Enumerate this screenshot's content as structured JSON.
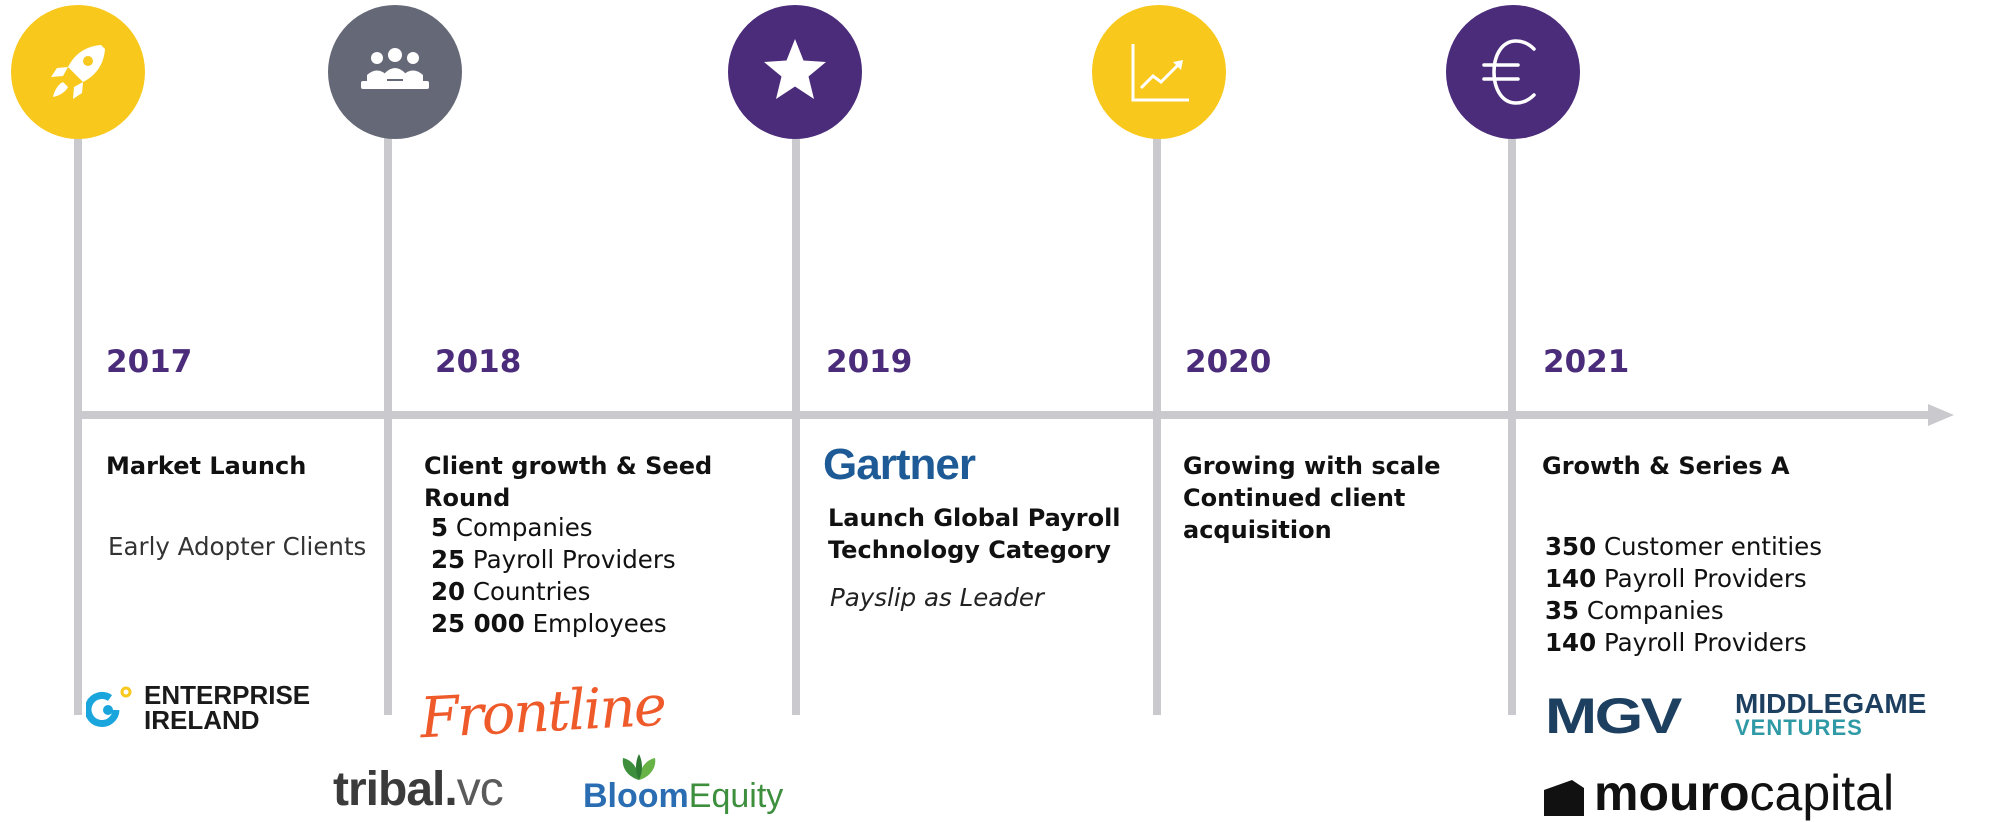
{
  "milestones": [
    {
      "year": "2017",
      "title": "Market Launch",
      "subtitle": "Early Adopter Clients",
      "icon": "rocket-icon",
      "color": "#f8c81c"
    },
    {
      "year": "2018",
      "title": "Client growth & Seed Round",
      "icon": "people-meeting-icon",
      "color": "#656876",
      "stats": [
        {
          "value": "5",
          "label": "Companies"
        },
        {
          "value": "25",
          "label": "Payroll Providers"
        },
        {
          "value": "20",
          "label": "Countries"
        },
        {
          "value": "25 000",
          "label": "Employees"
        }
      ]
    },
    {
      "year": "2019",
      "title": "Launch Global Payroll Technology Category",
      "subtitle": "Payslip as Leader",
      "icon": "star-icon",
      "color": "#4b2c7a"
    },
    {
      "year": "2020",
      "title": "Growing with scale Continued client acquisition",
      "icon": "chart-growth-icon",
      "color": "#f8c81c"
    },
    {
      "year": "2021",
      "title": "Growth & Series A",
      "icon": "euro-icon",
      "color": "#4b2c7a",
      "stats": [
        {
          "value": "350",
          "label": "Customer entities"
        },
        {
          "value": "140",
          "label": "Payroll Providers"
        },
        {
          "value": "35",
          "label": "Companies"
        },
        {
          "value": "140",
          "label": "Payroll Providers"
        }
      ]
    }
  ],
  "logos": {
    "enterprise_ireland": {
      "line1": "ENTERPRISE",
      "line2": "IRELAND"
    },
    "frontline": "Frontline",
    "tribal": {
      "main": "tribal",
      "suffix": "vc"
    },
    "bloom": {
      "main": "Bloom",
      "suffix": "Equity"
    },
    "gartner": "Gartner",
    "mgv": {
      "mark": "MGV",
      "line1": "MIDDLEGAME",
      "line2": "VENTURES"
    },
    "mouro": {
      "main": "mouro",
      "suffix": "capital"
    }
  },
  "colors": {
    "yellow": "#f8c81c",
    "purple": "#4b2c7a",
    "gray": "#656876",
    "line": "#c9c9ce",
    "enterprise_blue": "#1aa6dd",
    "frontline_orange": "#ef5a2b",
    "bloom_green": "#3d8f3e",
    "bloom_blue": "#2a6db2",
    "mgv_navy": "#1d3f60",
    "mgv_teal": "#2f9aa6"
  }
}
